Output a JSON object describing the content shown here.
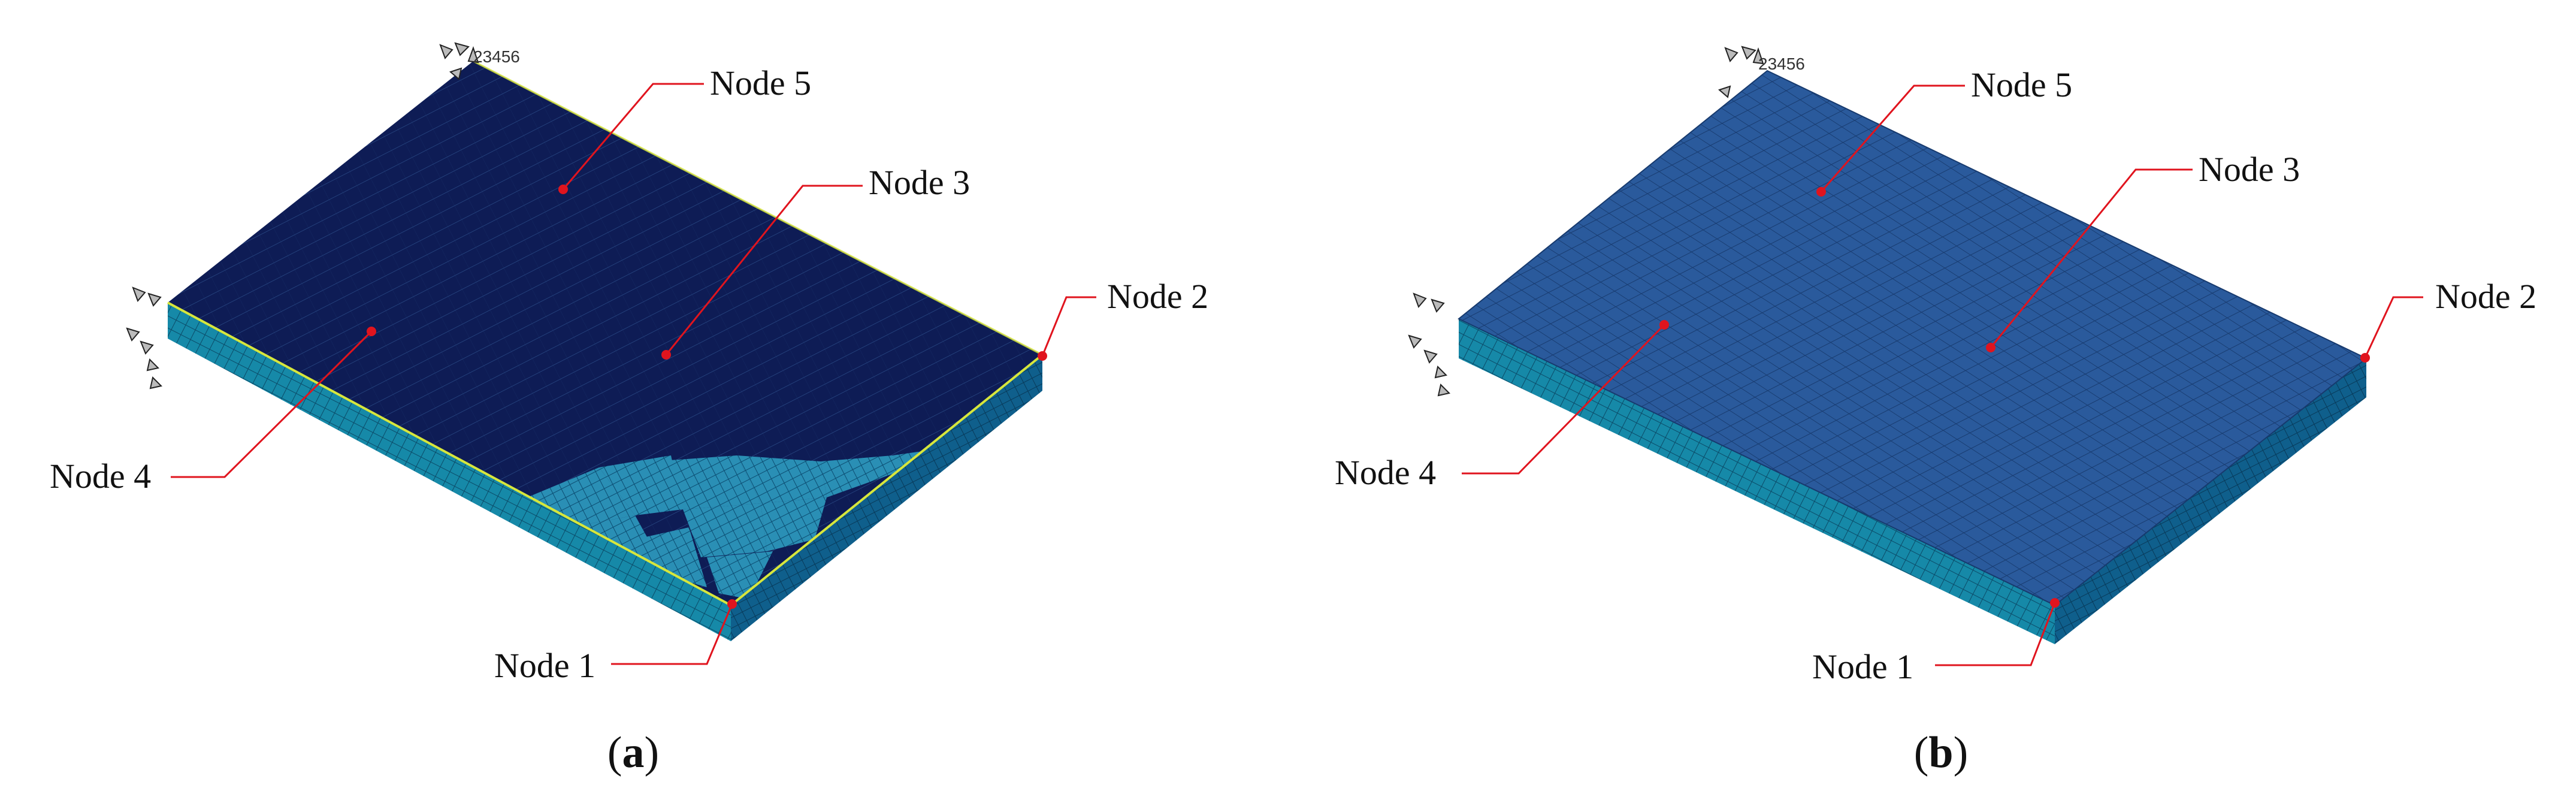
{
  "panels": [
    {
      "caption_letter": "a",
      "nodes": [
        "Node 5",
        "Node 3",
        "Node 2",
        "Node 4",
        "Node 1"
      ],
      "constraint_label": "23456",
      "colors": {
        "top": "#0e1c55",
        "side": "#1585a6",
        "edge": "#d7e63c",
        "patch": "#2a8fb5"
      }
    },
    {
      "caption_letter": "b",
      "nodes": [
        "Node 5",
        "Node 3",
        "Node 2",
        "Node 4",
        "Node 1"
      ],
      "constraint_label": "23456",
      "colors": {
        "top": "#2a5a9c",
        "side": "#1689a8"
      }
    }
  ]
}
